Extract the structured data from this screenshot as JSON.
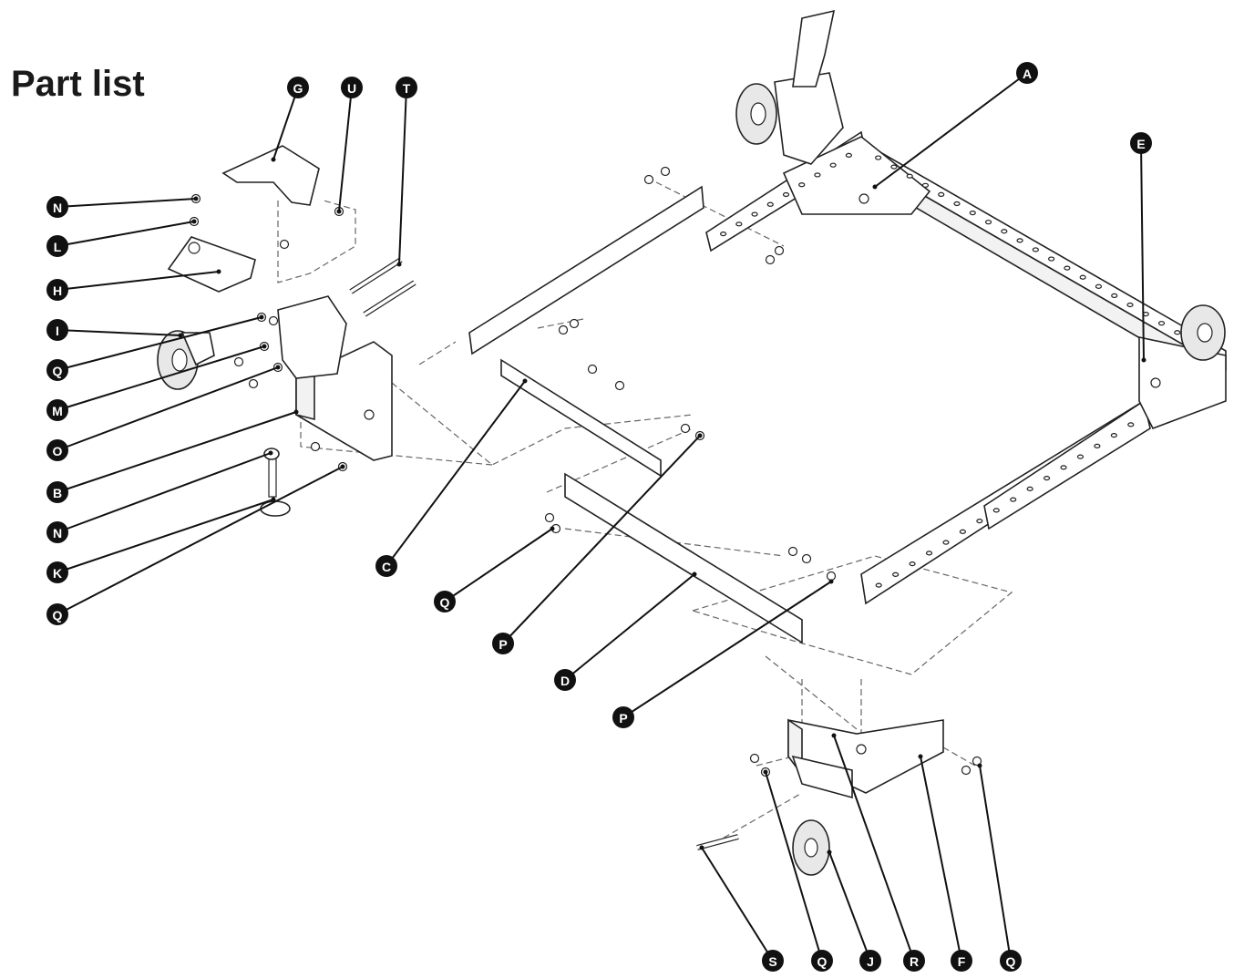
{
  "title": "Part list",
  "labels": {
    "A": "A",
    "B": "B",
    "C": "C",
    "D": "D",
    "E": "E",
    "F": "F",
    "G": "G",
    "H": "H",
    "I": "I",
    "J": "J",
    "K": "K",
    "L": "L",
    "M": "M",
    "N": "N",
    "O": "O",
    "P": "P",
    "Q": "Q",
    "R": "R",
    "S": "S",
    "T": "T",
    "U": "U"
  }
}
